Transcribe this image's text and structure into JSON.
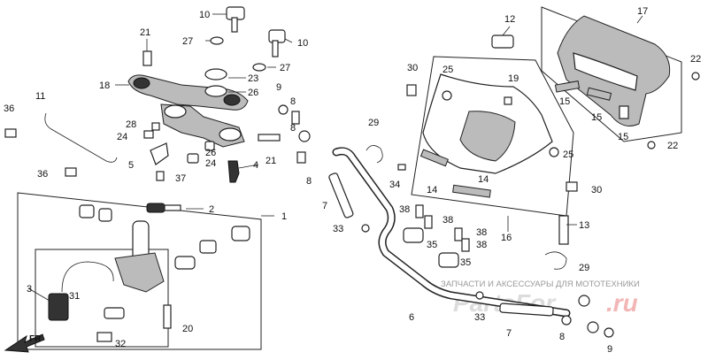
{
  "callouts": {
    "c1": "1",
    "c2": "2",
    "c3": "3",
    "c4": "4",
    "c5": "5",
    "c6": "6",
    "c7a": "7",
    "c7b": "7",
    "c8a": "8",
    "c8b": "8",
    "c8c": "8",
    "c8d": "8",
    "c9a": "9",
    "c9b": "9",
    "c10a": "10",
    "c10b": "10",
    "c11": "11",
    "c12": "12",
    "c13": "13",
    "c14a": "14",
    "c14b": "14",
    "c15a": "15",
    "c15b": "15",
    "c15c": "15",
    "c16": "16",
    "c17": "17",
    "c18": "18",
    "c19": "19",
    "c20": "20",
    "c21a": "21",
    "c21b": "21",
    "c22a": "22",
    "c22b": "22",
    "c23": "23",
    "c24a": "24",
    "c24b": "24",
    "c25a": "25",
    "c25b": "25",
    "c26": "26",
    "c27a": "27",
    "c27b": "27",
    "c28": "28",
    "c29a": "29",
    "c29b": "29",
    "c30a": "30",
    "c30b": "30",
    "c31": "31",
    "c32": "32",
    "c33a": "33",
    "c33b": "33",
    "c34": "34",
    "c35a": "35",
    "c35b": "35",
    "c36a": "36",
    "c36b": "36",
    "c37": "37",
    "c38a": "38",
    "c38b": "38",
    "c38c": "38",
    "c38d": "38"
  },
  "front_marker": "FR",
  "watermark": {
    "caption": "ЗАПЧАСТИ И АКСЕССУАРЫ ДЛЯ МОТОТЕХНИКИ",
    "logo_main": "PartsFor",
    "logo_suffix": ".ru"
  }
}
